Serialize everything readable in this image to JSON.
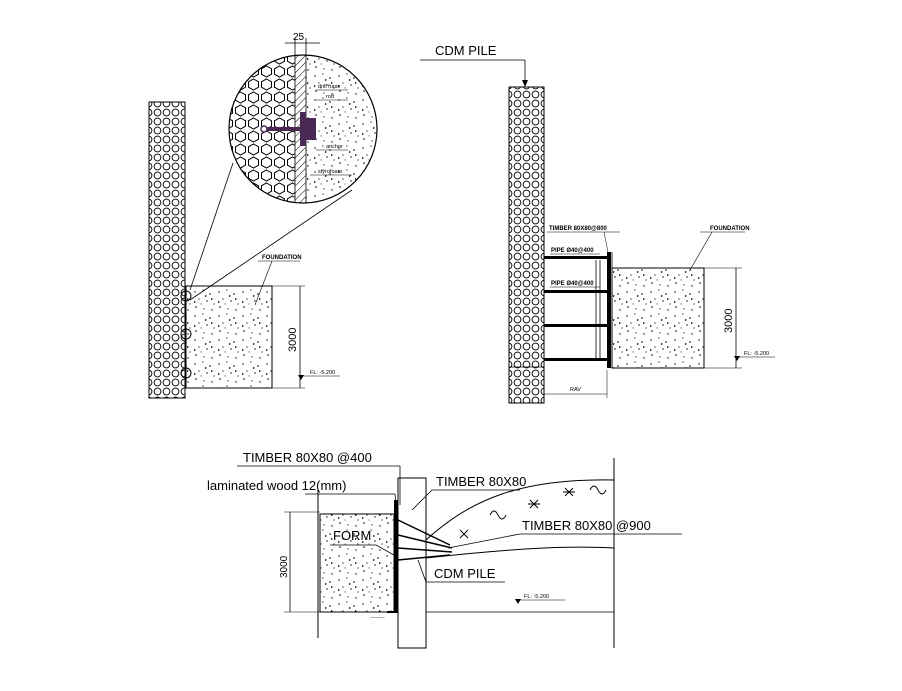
{
  "detail_1": {
    "dim_top": "25",
    "callouts": [
      "drill frass",
      "rod",
      "anchor",
      "styrofoam"
    ],
    "foundation_label": "FOUNDATION",
    "height_dim": "3000",
    "level_label": "FL: -5.200"
  },
  "detail_2": {
    "pile_label": "CDM PILE",
    "timber_label": "TIMBER 80X80@800",
    "pipe_label_1": "PIPE Ø40@400",
    "pipe_label_2": "PIPE Ø40@400",
    "foundation_label": "FOUNDATION",
    "height_dim": "3000",
    "level_label": "FL: -5.200",
    "width_dim": "RAV"
  },
  "detail_3": {
    "timber_400_label": "TIMBER 80X80 @400",
    "laminated_label": "laminated wood  12(mm)",
    "timber_label": "TIMBER 80X80",
    "timber_900_label": "TIMBER 80X80 @900",
    "form_label": "FORM",
    "pile_label": "CDM PILE",
    "height_dim": "3000",
    "level_label": "FL: -5.200"
  },
  "colors": {
    "line": "#000000",
    "anchor": "#4a2a55"
  }
}
